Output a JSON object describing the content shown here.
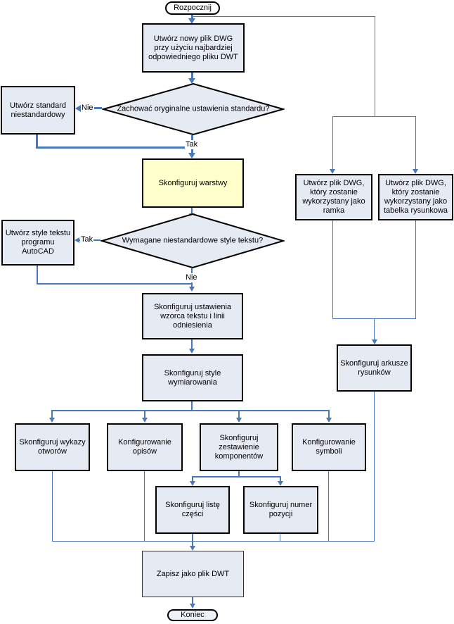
{
  "colors": {
    "node_fill": "#e6eaf3",
    "highlight_fill": "#ffffcc",
    "connector_blue": "#4878b8",
    "border": "#000000",
    "background": "#ffffff"
  },
  "terminators": {
    "start": "Rozpocznij",
    "end": "Koniec"
  },
  "decisions": {
    "keep_standard": "Zachować oryginalne ustawienia standardu?",
    "custom_text_styles": "Wymagane niestandardowe style tekstu?"
  },
  "branch_labels": {
    "keep_standard_no": "Nie",
    "keep_standard_yes": "Tak",
    "text_styles_yes": "Tak",
    "text_styles_no": "Nie"
  },
  "process_nodes": {
    "create_dwg": "Utwórz nowy plik DWG przy użyciu najbardziej odpowiedniego pliku DWT",
    "custom_standard": "Utwórz standard niestandardowy",
    "configure_layers": "Skonfiguruj warstwy",
    "autocad_text_styles": "Utwórz style tekstu programu AutoCAD",
    "text_leader_settings": "Skonfiguruj ustawienia wzorca tekstu i linii odniesienia",
    "dimension_styles": "Skonfiguruj style wymiarowania",
    "hole_tables": "Skonfiguruj wykazy otworów",
    "annotations": "Konfigurowanie opisów",
    "component_lists": "Skonfiguruj zestawienie komponentów",
    "symbols": "Konfigurowanie symboli",
    "parts_list": "Skonfiguruj listę części",
    "item_number": "Skonfiguruj numer pozycji",
    "dwg_border": "Utwórz plik DWG, który zostanie wykorzystany jako ramka",
    "dwg_titleblock": "Utwórz plik DWG, który zostanie wykorzystany jako tabelka rysunkowa",
    "drawing_sheets": "Skonfiguruj arkusze rysunków",
    "save_dwt": "Zapisz jako plik DWT"
  }
}
